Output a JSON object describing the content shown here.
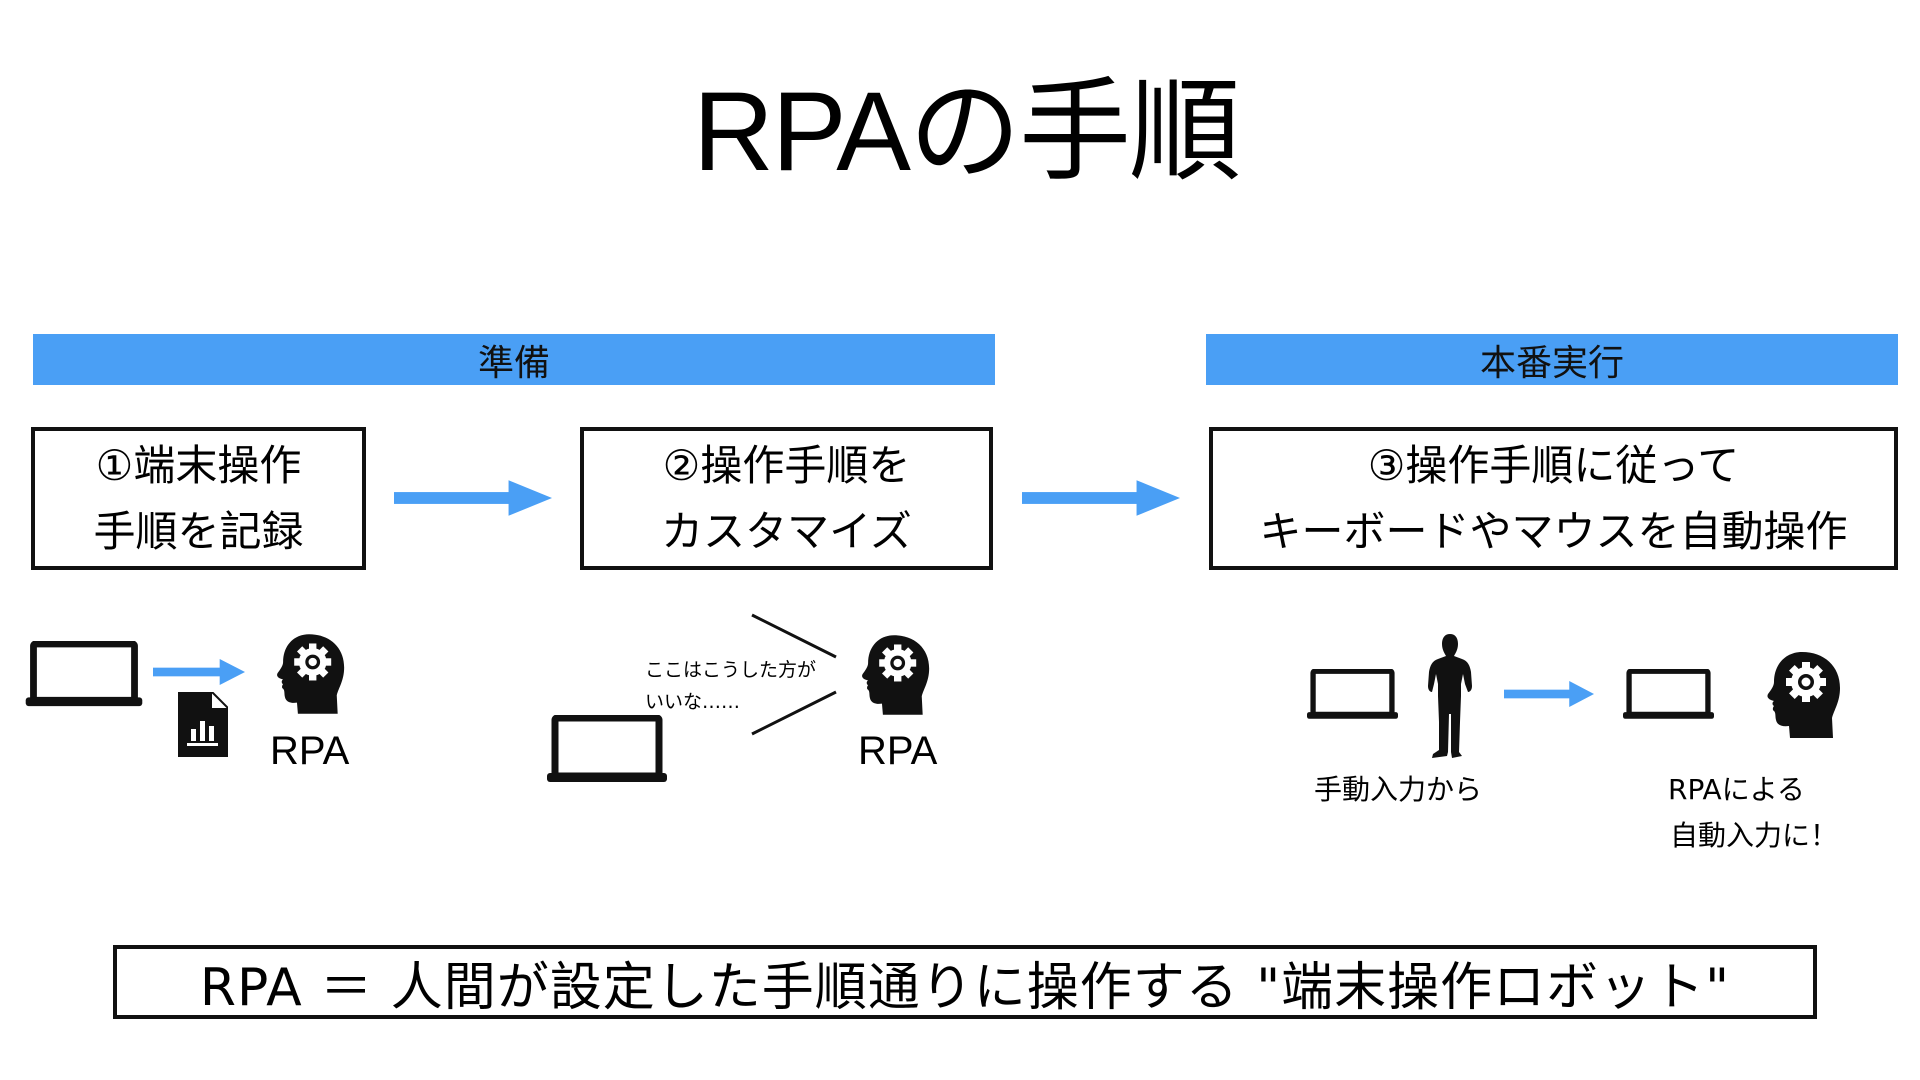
{
  "title": "RPAの手順",
  "phases": [
    {
      "label": "準備"
    },
    {
      "label": "本番実行"
    }
  ],
  "steps": [
    {
      "lines": [
        "①端末操作",
        "手順を記録"
      ]
    },
    {
      "lines": [
        "②操作手順を",
        "カスタマイズ"
      ]
    },
    {
      "lines": [
        "③操作手順に従って",
        "キーボードやマウスを自動操作"
      ]
    }
  ],
  "illustrations": {
    "record": {
      "icons": [
        "laptop-icon",
        "arrow-right-icon",
        "report-document-icon",
        "head-gear-icon"
      ],
      "rpa_label": "RPA"
    },
    "customize": {
      "icons": [
        "laptop-icon",
        "head-gear-icon"
      ],
      "speech": [
        "ここはこうした方が",
        "いいな……"
      ],
      "rpa_label": "RPA"
    },
    "execute": {
      "icons": [
        "laptop-icon",
        "person-icon",
        "arrow-right-icon",
        "laptop-icon",
        "head-gear-icon"
      ],
      "before_caption": "手動入力から",
      "after_caption": [
        "RPAによる",
        "自動入力に！"
      ]
    }
  },
  "summary": "RPA ＝ 人間が設定した手順通りに操作する \"端末操作ロボット\"",
  "colors": {
    "accent": "#4a9ff5",
    "ink": "#111111"
  }
}
